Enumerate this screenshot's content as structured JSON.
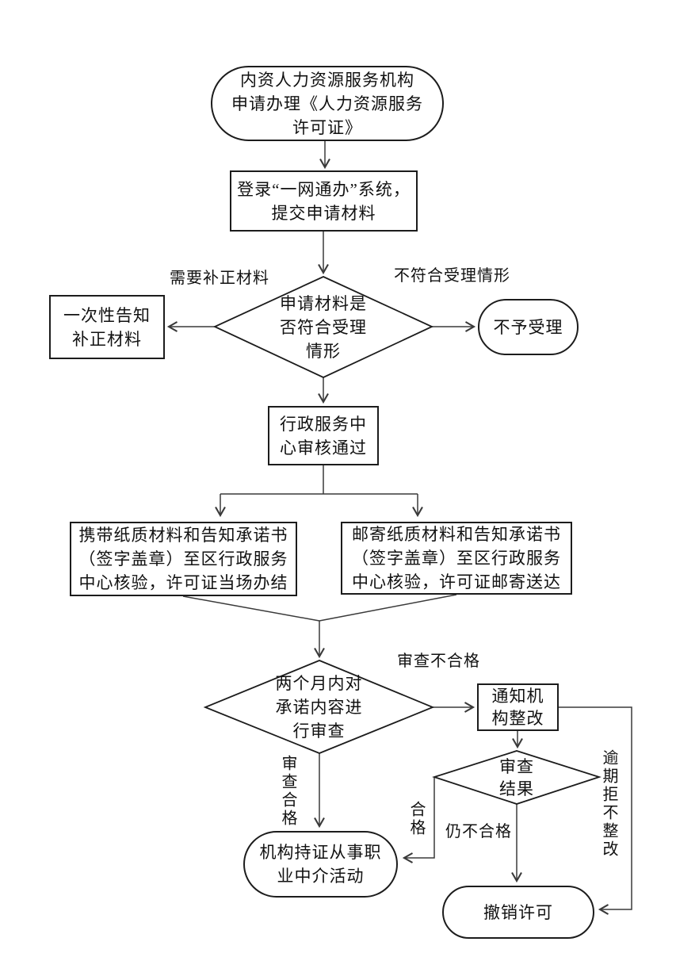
{
  "nodes": {
    "start": "内资人力资源服务机构\n申请办理《人力资源服务\n许可证》",
    "login": "登录“一网通办”系统，\n提交申请材料",
    "decision_accept": "申请材料是\n否符合受理\n情形",
    "one_time_notice": "一次性告知\n补正材料",
    "reject": "不予受理",
    "center_approved": "行政服务中\n心审核通过",
    "bring_in_person": "携带纸质材料和告知承诺书\n（签字盖章）至区行政服务\n中心核验，许可证当场办结",
    "mail_in": "邮寄纸质材料和告知承诺书\n（签字盖章）至区行政服务\n中心核验，许可证邮寄送达",
    "decision_review": "两个月内对\n承诺内容进\n行审查",
    "notify_rectify": "通知机\n构整改",
    "decision_result": "审查\n结果",
    "licensed": "机构持证从事职\n业中介活动",
    "revoke": "撤销许可"
  },
  "edge_labels": {
    "need_correction": "需要补正材料",
    "not_acceptable": "不符合受理情形",
    "review_fail": "审查不合格",
    "review_pass": "审查合格",
    "pass": "合格",
    "still_fail": "仍不合格",
    "overdue_refuse": "逾期拒不整改"
  },
  "colors": {
    "background": "#ffffff",
    "connector": "#3a3a3a",
    "shape_border": "#1c1c1c",
    "text": "#111111"
  }
}
